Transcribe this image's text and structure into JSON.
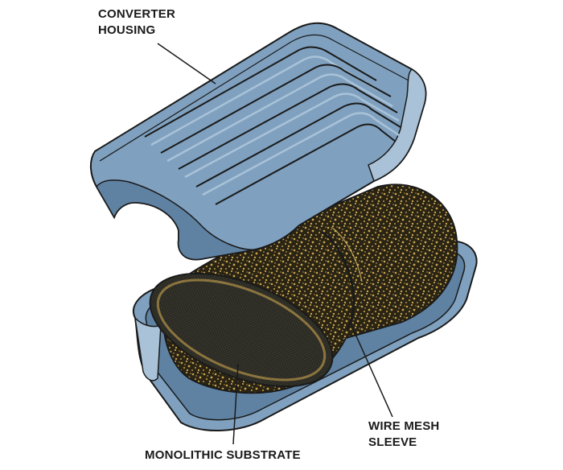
{
  "labels": {
    "converter_housing": {
      "line1": "CONVERTER",
      "line2": "HOUSING"
    },
    "wire_mesh_sleeve": {
      "line1": "WIRE MESH",
      "line2": "SLEEVE"
    },
    "monolithic_substrate": "MONOLITHIC SUBSTRATE"
  },
  "colors": {
    "housing_fill": "#7fa1bf",
    "housing_shade": "#5f82a3",
    "housing_highlight": "#a9c2d8",
    "mesh_fill": "#2a2414",
    "mesh_speckle": "#c9a44e",
    "substrate_fill": "#2b2b24",
    "outline": "#1a1a1a",
    "background": "#ffffff"
  }
}
